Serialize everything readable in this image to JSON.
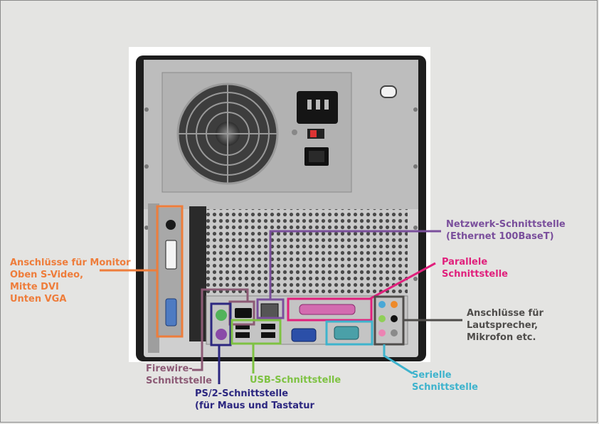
{
  "labels": {
    "monitor": {
      "lines": [
        "Anschlüsse für Monitor",
        "Oben S-Video,",
        "Mitte DVI",
        "Unten VGA"
      ],
      "color": "#ee7d3b"
    },
    "firewire": {
      "lines": [
        "Firewire-",
        "Schnittstelle"
      ],
      "color": "#8c5a75"
    },
    "ps2": {
      "lines": [
        "PS/2-Schnittstelle",
        "(für Maus und Tastatur"
      ],
      "color": "#2c2780"
    },
    "usb": {
      "lines": [
        "USB-Schnittstelle"
      ],
      "color": "#7ec242"
    },
    "network": {
      "lines": [
        "Netzwerk-Schnittstelle",
        "(Ethernet 100BaseT)"
      ],
      "color": "#7a4f9c"
    },
    "parallel": {
      "lines": [
        "Parallele",
        "Schnittstelle"
      ],
      "color": "#e0207c"
    },
    "audio": {
      "lines": [
        "Anschlüsse für",
        "Lautsprecher,",
        "Mikrofon etc."
      ],
      "color": "#4f4d4b"
    },
    "serial": {
      "lines": [
        "Serielle",
        "Schnittstelle"
      ],
      "color": "#3eb3cd"
    }
  }
}
